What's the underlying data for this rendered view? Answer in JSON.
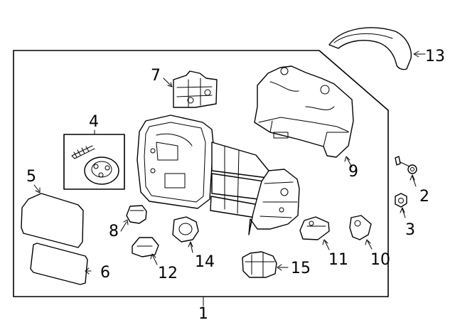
{
  "diagram": {
    "callouts": [
      {
        "id": "1",
        "label": "1"
      },
      {
        "id": "2",
        "label": "2"
      },
      {
        "id": "3",
        "label": "3"
      },
      {
        "id": "4",
        "label": "4"
      },
      {
        "id": "5",
        "label": "5"
      },
      {
        "id": "6",
        "label": "6"
      },
      {
        "id": "7",
        "label": "7"
      },
      {
        "id": "8",
        "label": "8"
      },
      {
        "id": "9",
        "label": "9"
      },
      {
        "id": "10",
        "label": "10"
      },
      {
        "id": "11",
        "label": "11"
      },
      {
        "id": "12",
        "label": "12"
      },
      {
        "id": "13",
        "label": "13"
      },
      {
        "id": "14",
        "label": "14"
      },
      {
        "id": "15",
        "label": "15"
      }
    ]
  }
}
